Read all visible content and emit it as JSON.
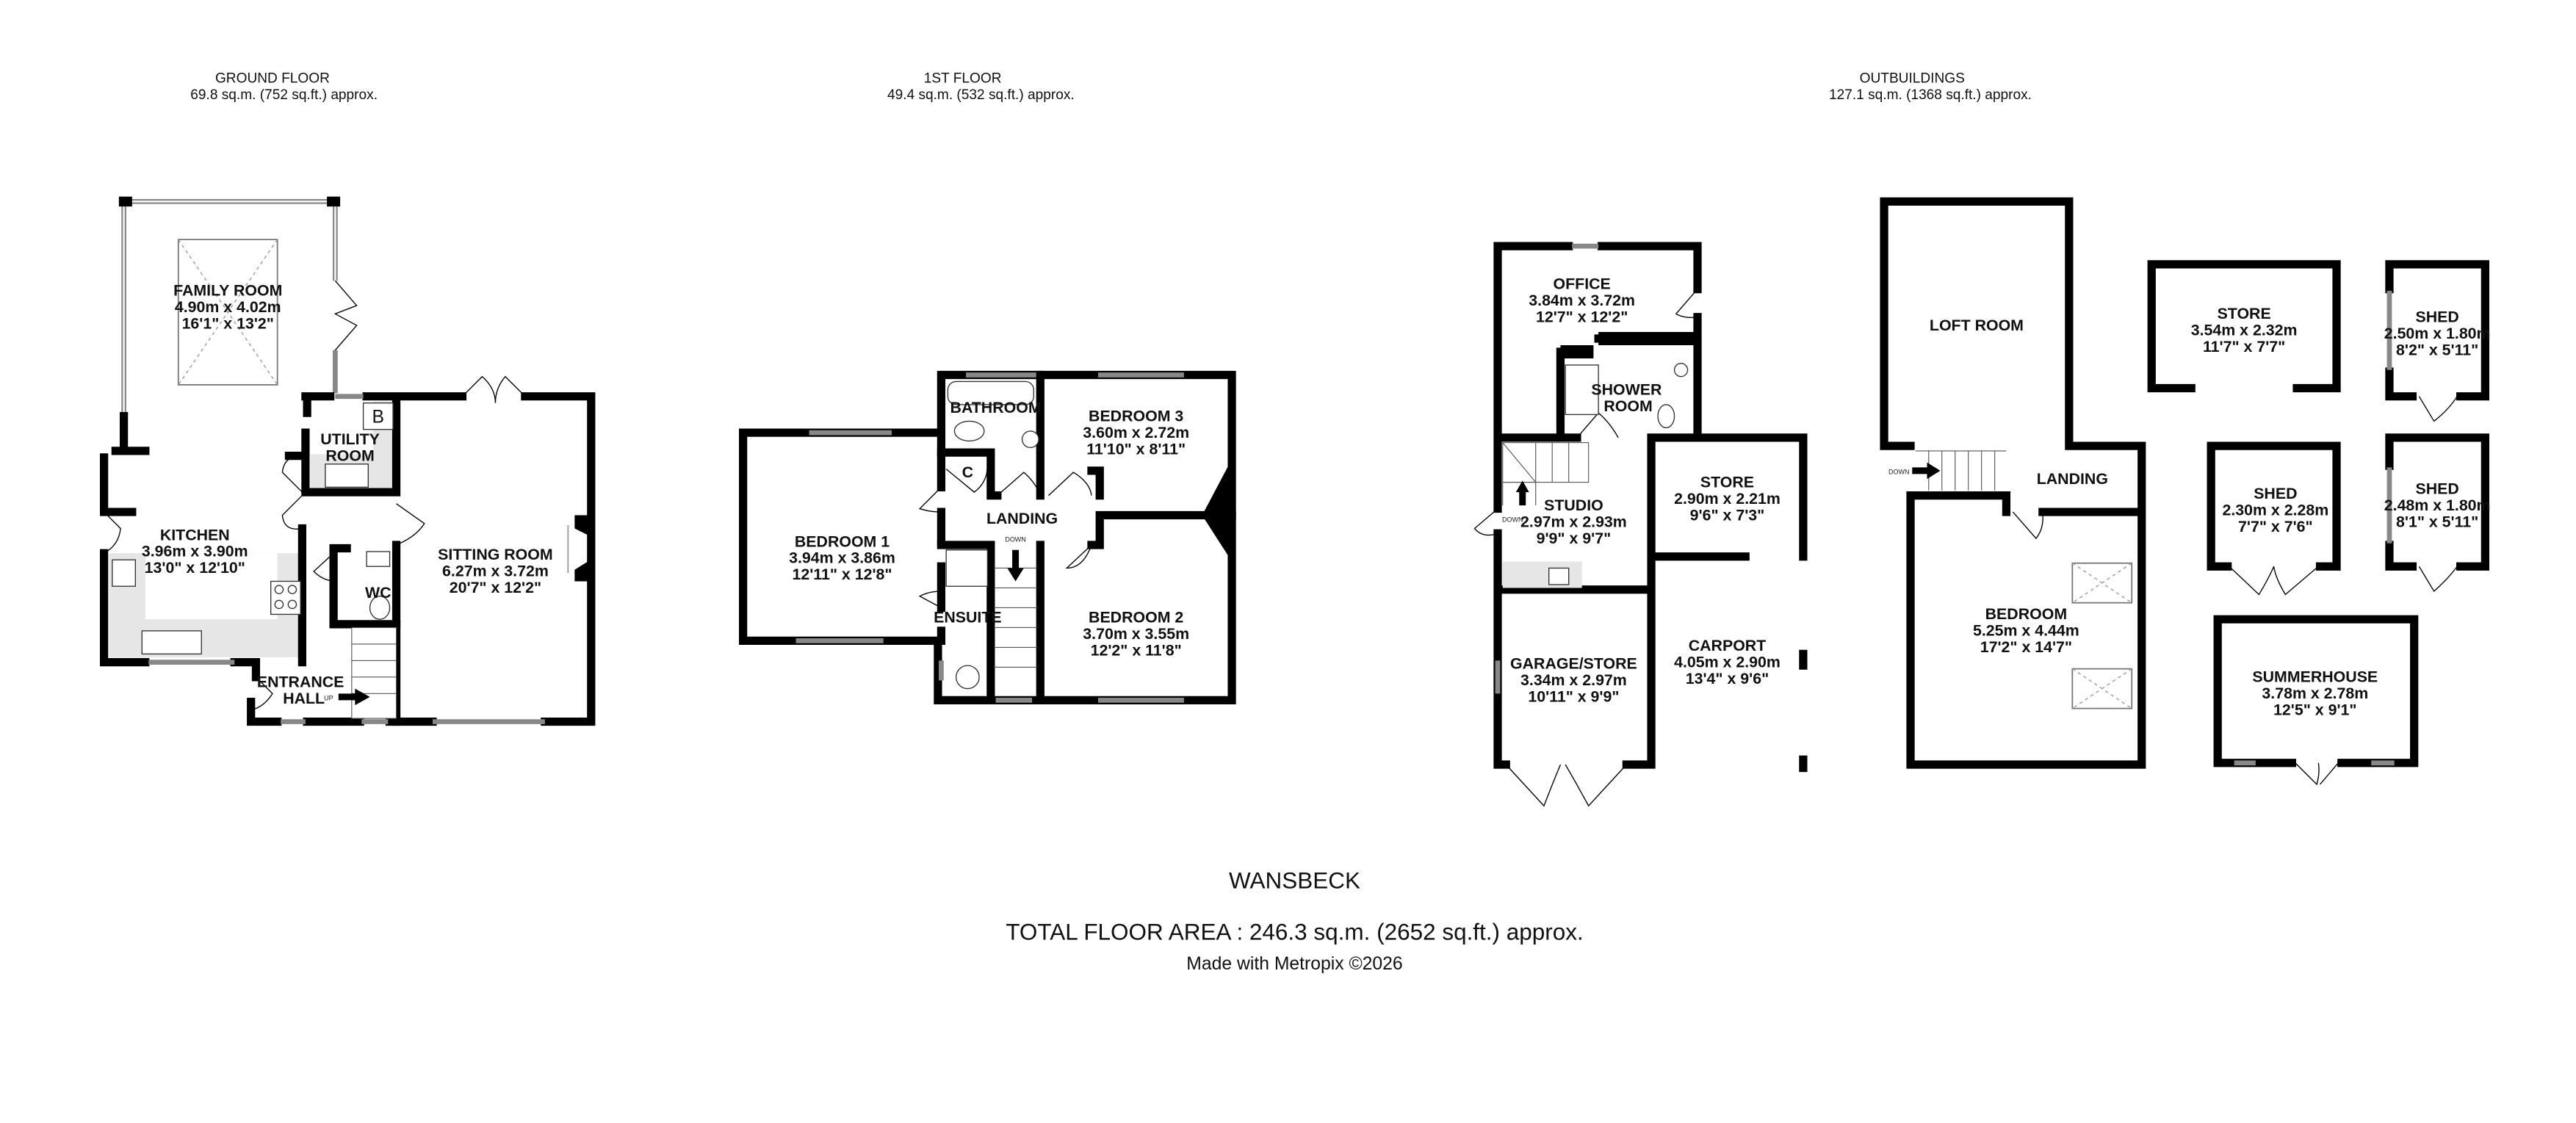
{
  "sections": {
    "ground": {
      "title": "GROUND FLOOR",
      "area": "69.8 sq.m. (752 sq.ft.) approx."
    },
    "first": {
      "title": "1ST FLOOR",
      "area": "49.4 sq.m. (532 sq.ft.) approx."
    },
    "outbuildings": {
      "title": "OUTBUILDINGS",
      "area": "127.1 sq.m. (1368 sq.ft.) approx."
    }
  },
  "ground_rooms": {
    "family": {
      "name": "FAMILY ROOM",
      "metric": "4.90m  x 4.02m",
      "imperial": "16'1\"  x 13'2\""
    },
    "utility": {
      "line1": "UTILITY",
      "line2": "ROOM"
    },
    "boiler": "B",
    "kitchen": {
      "name": "KITCHEN",
      "metric": "3.96m  x 3.90m",
      "imperial": "13'0\"  x 12'10\""
    },
    "sitting": {
      "name": "SITTING ROOM",
      "metric": "6.27m  x 3.72m",
      "imperial": "20'7\"  x 12'2\""
    },
    "wc": "WC",
    "entrance": {
      "line1": "ENTRANCE",
      "line2": "HALL"
    },
    "stairs_up": "UP"
  },
  "first_rooms": {
    "bathroom": "BATHROOM",
    "cupboard": "C",
    "landing": "LANDING",
    "stairs_down": "DOWN",
    "bedroom1": {
      "name": "BEDROOM 1",
      "metric": "3.94m  x 3.86m",
      "imperial": "12'11\"  x 12'8\""
    },
    "bedroom3": {
      "name": "BEDROOM 3",
      "metric": "3.60m  x 2.72m",
      "imperial": "11'10\"  x 8'11\""
    },
    "bedroom2": {
      "name": "BEDROOM 2",
      "metric": "3.70m  x 3.55m",
      "imperial": "12'2\"  x 11'8\""
    },
    "ensuite": "ENSUITE"
  },
  "out_rooms": {
    "office": {
      "name": "OFFICE",
      "metric": "3.84m  x 3.72m",
      "imperial": "12'7\"  x 12'2\""
    },
    "shower": {
      "line1": "SHOWER",
      "line2": "ROOM"
    },
    "studio": {
      "name": "STUDIO",
      "metric": "2.97m  x 2.93m",
      "imperial": "9'9\"  x 9'7\""
    },
    "studio_down": "DOWN",
    "store1": {
      "name": "STORE",
      "metric": "2.90m  x 2.21m",
      "imperial": "9'6\"  x 7'3\""
    },
    "garage": {
      "name": "GARAGE/STORE",
      "metric": "3.34m  x 2.97m",
      "imperial": "10'11\"  x 9'9\""
    },
    "carport": {
      "name": "CARPORT",
      "metric": "4.05m  x 2.90m",
      "imperial": "13'4\"  x 9'6\""
    },
    "loft": "LOFT ROOM",
    "loft_down": "DOWN",
    "landing": "LANDING",
    "bedroom": {
      "name": "BEDROOM",
      "metric": "5.25m  x 4.44m",
      "imperial": "17'2\"  x 14'7\""
    },
    "store2": {
      "name": "STORE",
      "metric": "3.54m  x 2.32m",
      "imperial": "11'7\"  x 7'7\""
    },
    "shed1": {
      "name": "SHED",
      "metric": "2.50m  x 1.80m",
      "imperial": "8'2\"  x 5'11\""
    },
    "shed2": {
      "name": "SHED",
      "metric": "2.30m  x 2.28m",
      "imperial": "7'7\"  x 7'6\""
    },
    "shed3": {
      "name": "SHED",
      "metric": "2.48m  x 1.80m",
      "imperial": "8'1\"  x 5'11\""
    },
    "summerhouse": {
      "name": "SUMMERHOUSE",
      "metric": "3.78m  x 2.78m",
      "imperial": "12'5\"  x 9'1\""
    }
  },
  "footer": {
    "property": "WANSBECK",
    "total": "TOTAL FLOOR AREA : 246.3 sq.m. (2652 sq.ft.) approx.",
    "credit": "Made with Metropix ©2026"
  }
}
